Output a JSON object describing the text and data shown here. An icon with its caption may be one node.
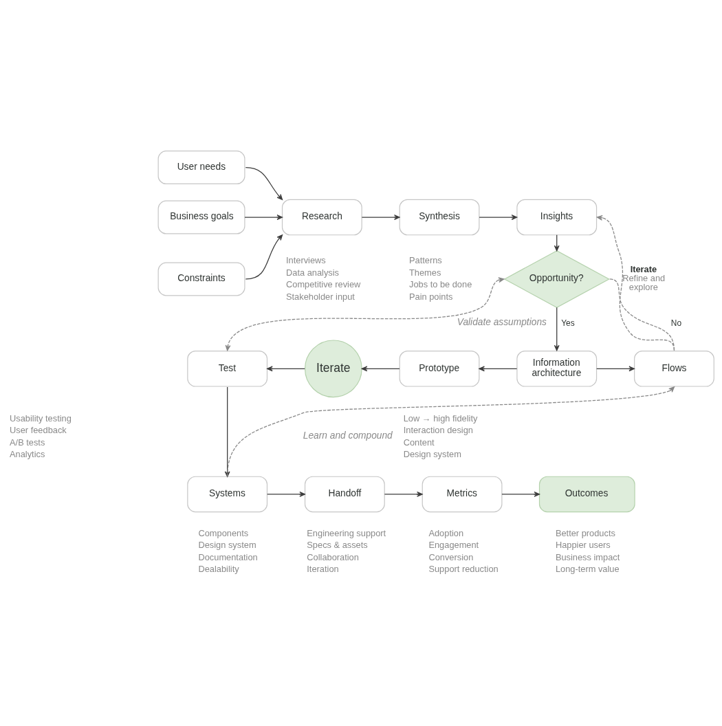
{
  "diagram": {
    "nodes": [
      {
        "text": [
          "User needs"
        ]
      },
      {
        "text": [
          "Business goals"
        ]
      },
      {
        "text": [
          "Constraints"
        ]
      },
      {
        "text": [
          "Research"
        ],
        "beside": [
          "Interviews",
          "Data analysis",
          "Competitive review",
          "Stakeholder input"
        ]
      },
      {
        "text": [
          "Synthesis"
        ],
        "beside": [
          "Patterns",
          "Themes",
          "Jobs to be done",
          "Pain points"
        ]
      },
      {
        "text": [
          "Insights"
        ]
      },
      {
        "text": [
          "Opportunity?"
        ]
      },
      {
        "text": [
          "Test"
        ],
        "beside": [
          "Usability testing",
          "User feedback",
          "A/B tests",
          "Analytics"
        ]
      },
      {
        "text": [
          "Iterate"
        ]
      },
      {
        "text": [
          "Prototype"
        ],
        "beside": [
          "Low → high fidelity",
          "Interaction design",
          "Content",
          "Design system"
        ]
      },
      {
        "text": [
          "Information architecture"
        ]
      },
      {
        "text": [
          "Flows"
        ]
      },
      {
        "text": [
          "Systems"
        ],
        "beside": [
          "Components",
          "Design system",
          "Documentation",
          "Dealability"
        ]
      },
      {
        "text": [
          "Handoff"
        ],
        "beside": [
          "Engineering support",
          "Specs & assets",
          "Collaboration",
          "Iteration"
        ]
      },
      {
        "text": [
          "Metrics"
        ],
        "beside": [
          "Adoption",
          "Engagement",
          "Conversion",
          "Support reduction"
        ]
      },
      {
        "text": [
          "Outcomes"
        ],
        "beside": [
          "Better products",
          "Happier users",
          "Business impact",
          "Long-term value"
        ]
      }
    ],
    "edges": [
      {
        "from": 0,
        "to": 3,
        "arrow": "to"
      },
      {
        "from": 1,
        "to": 3,
        "arrow": "to"
      },
      {
        "from": 2,
        "to": 3,
        "arrow": "to"
      },
      {
        "from": 3,
        "to": 4,
        "arrow": "to"
      },
      {
        "from": 4,
        "to": 5,
        "arrow": "to"
      },
      {
        "from": 5,
        "to": 6,
        "arrow": "to"
      },
      {
        "from": 6,
        "to": 10,
        "arrow": "to",
        "label": "Yes"
      },
      {
        "from": 6,
        "to": 11,
        "arrow": "none",
        "label": "No",
        "style": "dashed",
        "color": "#888888"
      },
      {
        "from": 6,
        "to": 7,
        "arrow": "both",
        "label": "Validate assumptions",
        "style": "dashed",
        "color": "#888888"
      },
      {
        "from": 10,
        "to": 9,
        "arrow": "to"
      },
      {
        "from": 10,
        "to": 11,
        "arrow": "to"
      },
      {
        "from": 9,
        "to": 8,
        "arrow": "to"
      },
      {
        "from": 8,
        "to": 7,
        "arrow": "to"
      },
      {
        "from": 11,
        "to": 5,
        "arrow": "to",
        "label": "Iterate Refine and explore",
        "style": "dashed",
        "color": "#888888"
      },
      {
        "from": 7,
        "to": 12,
        "arrow": "to"
      },
      {
        "from": 12,
        "to": 13,
        "arrow": "to"
      },
      {
        "from": 13,
        "to": 14,
        "arrow": "to"
      },
      {
        "from": 14,
        "to": 15,
        "arrow": "to"
      },
      {
        "from": 12,
        "to": 11,
        "arrow": "to",
        "label": "Learn and compound",
        "style": "dashed",
        "color": "#888888"
      }
    ]
  }
}
